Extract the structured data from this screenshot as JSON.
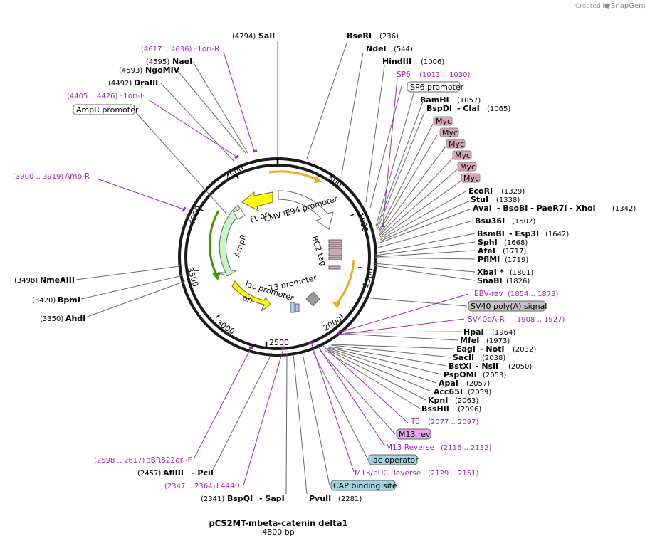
{
  "credit": {
    "prefix": "Created by",
    "brand": "SnapGene"
  },
  "plasmid": {
    "name": "pCS2MT-mbeta-catenin delta1",
    "length": "4800 bp"
  },
  "ticks": [
    "500",
    "1000",
    "1500",
    "2000",
    "2500",
    "3000",
    "3500",
    "4000",
    "4500"
  ],
  "enzymes": [
    {
      "name": "SalI",
      "pos": "(4794)"
    },
    {
      "name": "BseRI",
      "pos": "(236)"
    },
    {
      "name": "NdeI",
      "pos": "(544)"
    },
    {
      "name": "HindIII",
      "pos": "(1006)"
    },
    {
      "name": "BamHI",
      "pos": "(1057)"
    },
    {
      "name": "BspDI",
      "extra": "- ClaI",
      "pos": "(1065)"
    },
    {
      "name": "EcoRI",
      "pos": "(1329)"
    },
    {
      "name": "StuI",
      "pos": "(1338)"
    },
    {
      "name": "AvaI",
      "extra": "- BsoBI   - PaeR7I   - XhoI",
      "pos": "(1342)"
    },
    {
      "name": "Bsu36I",
      "pos": "(1502)"
    },
    {
      "name": "BsmBI",
      "extra": "- Esp3I",
      "pos": "(1642)"
    },
    {
      "name": "SphI",
      "pos": "(1668)"
    },
    {
      "name": "AfeI",
      "pos": "(1717)"
    },
    {
      "name": "PflMI",
      "pos": "(1719)"
    },
    {
      "name": "XbaI",
      "extra": "*",
      "pos": "(1801)"
    },
    {
      "name": "SnaBI",
      "pos": "(1826)"
    },
    {
      "name": "HpaI",
      "pos": "(1964)"
    },
    {
      "name": "MfeI",
      "pos": "(1973)"
    },
    {
      "name": "EagI",
      "extra": "- NotI",
      "pos": "(2032)"
    },
    {
      "name": "SacII",
      "pos": "(2038)"
    },
    {
      "name": "BstXI",
      "extra": "- NsiI",
      "pos": "(2050)"
    },
    {
      "name": "PspOMI",
      "pos": "(2053)"
    },
    {
      "name": "ApaI",
      "pos": "(2057)"
    },
    {
      "name": "Acc65I",
      "pos": "(2059)"
    },
    {
      "name": "KpnI",
      "pos": "(2063)"
    },
    {
      "name": "BssHII",
      "pos": "(2096)"
    },
    {
      "name": "PvuII",
      "pos": "(2281)"
    },
    {
      "name": "BspQI",
      "extra": "- SapI",
      "pos": "(2341)"
    },
    {
      "name": "AflIII",
      "extra": "- PciI",
      "pos": "(2457)"
    },
    {
      "name": "AhdI",
      "pos": "(3350)"
    },
    {
      "name": "BpmI",
      "pos": "(3420)"
    },
    {
      "name": "NmeAIII",
      "pos": "(3498)"
    },
    {
      "name": "DraIII",
      "pos": "(4492)"
    },
    {
      "name": "NgoMIV",
      "pos": "(4593)"
    },
    {
      "name": "NaeI",
      "pos": "(4595)"
    }
  ],
  "primers": [
    {
      "name": "F1ori-R",
      "range": "(4617 .. 4636)"
    },
    {
      "name": "F1ori-F",
      "range": "(4405 .. 4426)"
    },
    {
      "name": "Amp-R",
      "range": "(3900 .. 3919)"
    },
    {
      "name": "SP6",
      "range": "(1013 .. 1030)"
    },
    {
      "name": "EBV-rev",
      "range": "(1854 .. 1873)"
    },
    {
      "name": "SV40pA-R",
      "range": "(1908 .. 1927)"
    },
    {
      "name": "T3",
      "range": "(2077 .. 2097)"
    },
    {
      "name": "M13 Reverse",
      "range": "(2116 .. 2132)"
    },
    {
      "name": "M13/pUC Reverse",
      "range": "(2129 .. 2151)"
    },
    {
      "name": "L4440",
      "range": "(2347 .. 2364)"
    },
    {
      "name": "pBR322ori-F",
      "range": "(2598 .. 2617)"
    }
  ],
  "boxes": [
    {
      "label": "AmpR promoter",
      "fill": "#ffffff"
    },
    {
      "label": "SP6 promoter",
      "fill": "#ffffff"
    },
    {
      "label": "Myc",
      "fill": "#d9a7b4"
    },
    {
      "label": "SV40 poly(A) signal",
      "fill": "#c4c4c4"
    },
    {
      "label": "M13 rev",
      "fill": "#e7a6ee"
    },
    {
      "label": "lac operator",
      "fill": "#9fd3df"
    },
    {
      "label": "CAP binding site",
      "fill": "#9fd3df"
    }
  ],
  "features": [
    {
      "label": "f1 ori",
      "color": "#ffff00"
    },
    {
      "label": "CMV IE94 promoter",
      "color": "#ffffff"
    },
    {
      "label": "BC2 tag",
      "color": "#d9a7b4"
    },
    {
      "label": "AmpR",
      "color": "#c8f5c8"
    },
    {
      "label": "T3 promoter",
      "color": "#ffffff"
    },
    {
      "label": "lac promoter",
      "color": "#ffffff"
    },
    {
      "label": "ori",
      "color": "#ffff00"
    }
  ]
}
